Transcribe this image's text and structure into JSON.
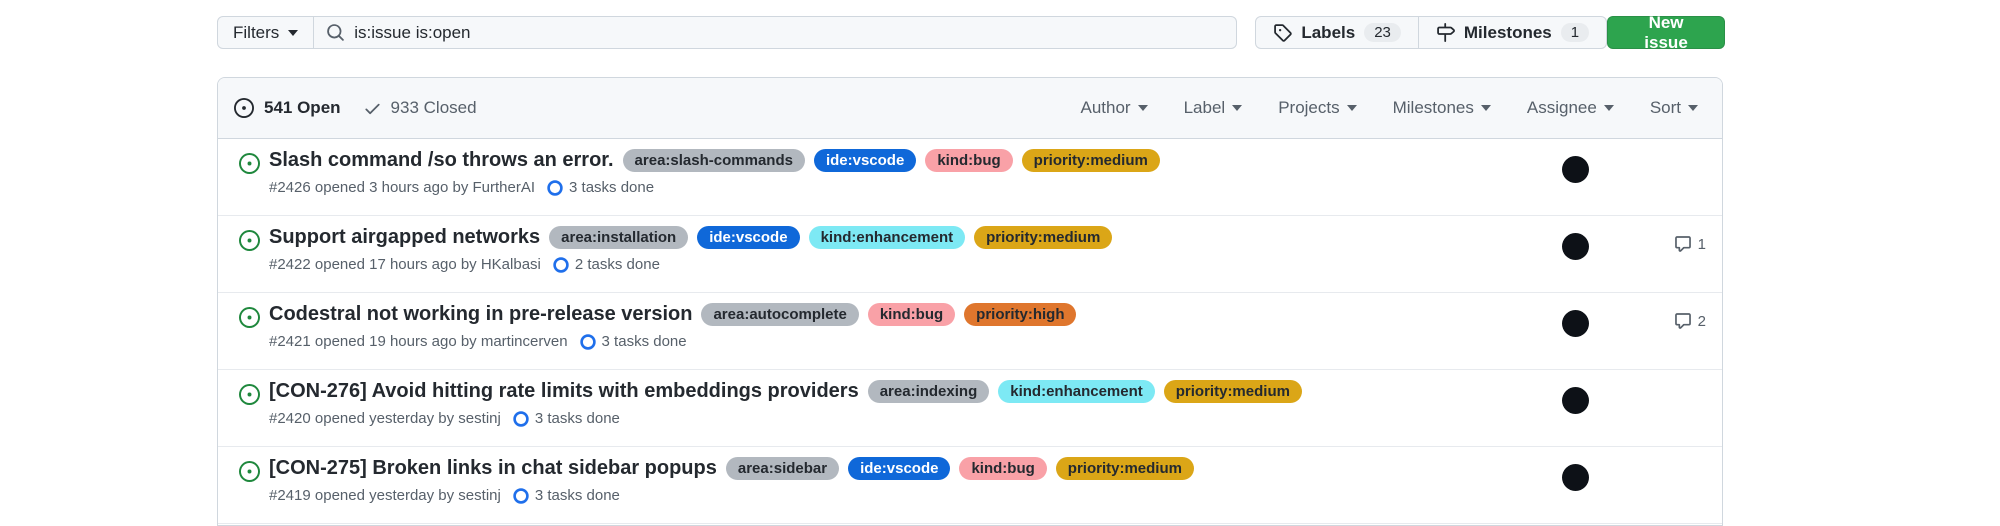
{
  "colors": {
    "accent-green": "#2da44e",
    "open-icon-green": "#1f883d",
    "tasks-blue": "#1f6feb",
    "header-bg": "#f6f8fa",
    "border": "#d0d7de",
    "text-primary": "#24292f",
    "text-secondary": "#57606a"
  },
  "icons": {
    "search": "magnifier",
    "tag": "label-tag",
    "milestone": "signpost",
    "issue-open": "circle-dot",
    "check": "checkmark",
    "comment": "speech-bubble",
    "tasks": "progress-ring",
    "caret": "dropdown-triangle"
  },
  "toolbar": {
    "filters": {
      "label": "Filters"
    },
    "search": {
      "value": "is:issue is:open"
    },
    "labels_button": {
      "label": "Labels",
      "count": "23"
    },
    "milestones_button": {
      "label": "Milestones",
      "count": "1"
    },
    "new_issue": {
      "label": "New issue"
    }
  },
  "list_header": {
    "open": {
      "label": "541 Open"
    },
    "closed": {
      "label": "933 Closed"
    },
    "filters": [
      {
        "label": "Author"
      },
      {
        "label": "Label"
      },
      {
        "label": "Projects"
      },
      {
        "label": "Milestones"
      },
      {
        "label": "Assignee"
      },
      {
        "label": "Sort"
      }
    ]
  },
  "issues": [
    {
      "title": "Slash command /so throws an error.",
      "labels": [
        {
          "text": "area:slash-commands",
          "bg": "#b2b8bf",
          "fg": "#24292f"
        },
        {
          "text": "ide:vscode",
          "bg": "#0f68d9",
          "fg": "#ffffff"
        },
        {
          "text": "kind:bug",
          "bg": "#f9a1a7",
          "fg": "#24292f"
        },
        {
          "text": "priority:medium",
          "bg": "#dba617",
          "fg": "#24292f"
        }
      ],
      "meta": "#2426 opened 3 hours ago by FurtherAI",
      "tasks": "3 tasks done",
      "comments": null
    },
    {
      "title": "Support airgapped networks",
      "labels": [
        {
          "text": "area:installation",
          "bg": "#b2b8bf",
          "fg": "#24292f"
        },
        {
          "text": "ide:vscode",
          "bg": "#0f68d9",
          "fg": "#ffffff"
        },
        {
          "text": "kind:enhancement",
          "bg": "#7de9f4",
          "fg": "#24292f"
        },
        {
          "text": "priority:medium",
          "bg": "#dba617",
          "fg": "#24292f"
        }
      ],
      "meta": "#2422 opened 17 hours ago by HKalbasi",
      "tasks": "2 tasks done",
      "comments": "1"
    },
    {
      "title": "Codestral not working in pre-release version",
      "labels": [
        {
          "text": "area:autocomplete",
          "bg": "#b2b8bf",
          "fg": "#24292f"
        },
        {
          "text": "kind:bug",
          "bg": "#f9a1a7",
          "fg": "#24292f"
        },
        {
          "text": "priority:high",
          "bg": "#df762d",
          "fg": "#24292f"
        }
      ],
      "meta": "#2421 opened 19 hours ago by martincerven",
      "tasks": "3 tasks done",
      "comments": "2"
    },
    {
      "title": "[CON-276] Avoid hitting rate limits with embeddings providers",
      "labels": [
        {
          "text": "area:indexing",
          "bg": "#b2b8bf",
          "fg": "#24292f"
        },
        {
          "text": "kind:enhancement",
          "bg": "#7de9f4",
          "fg": "#24292f"
        },
        {
          "text": "priority:medium",
          "bg": "#dba617",
          "fg": "#24292f"
        }
      ],
      "meta": "#2420 opened yesterday by sestinj",
      "tasks": "3 tasks done",
      "comments": null
    },
    {
      "title": "[CON-275] Broken links in chat sidebar popups",
      "labels": [
        {
          "text": "area:sidebar",
          "bg": "#b2b8bf",
          "fg": "#24292f"
        },
        {
          "text": "ide:vscode",
          "bg": "#0f68d9",
          "fg": "#ffffff"
        },
        {
          "text": "kind:bug",
          "bg": "#f9a1a7",
          "fg": "#24292f"
        },
        {
          "text": "priority:medium",
          "bg": "#dba617",
          "fg": "#24292f"
        }
      ],
      "meta": "#2419 opened yesterday by sestinj",
      "tasks": "3 tasks done",
      "comments": null
    }
  ]
}
